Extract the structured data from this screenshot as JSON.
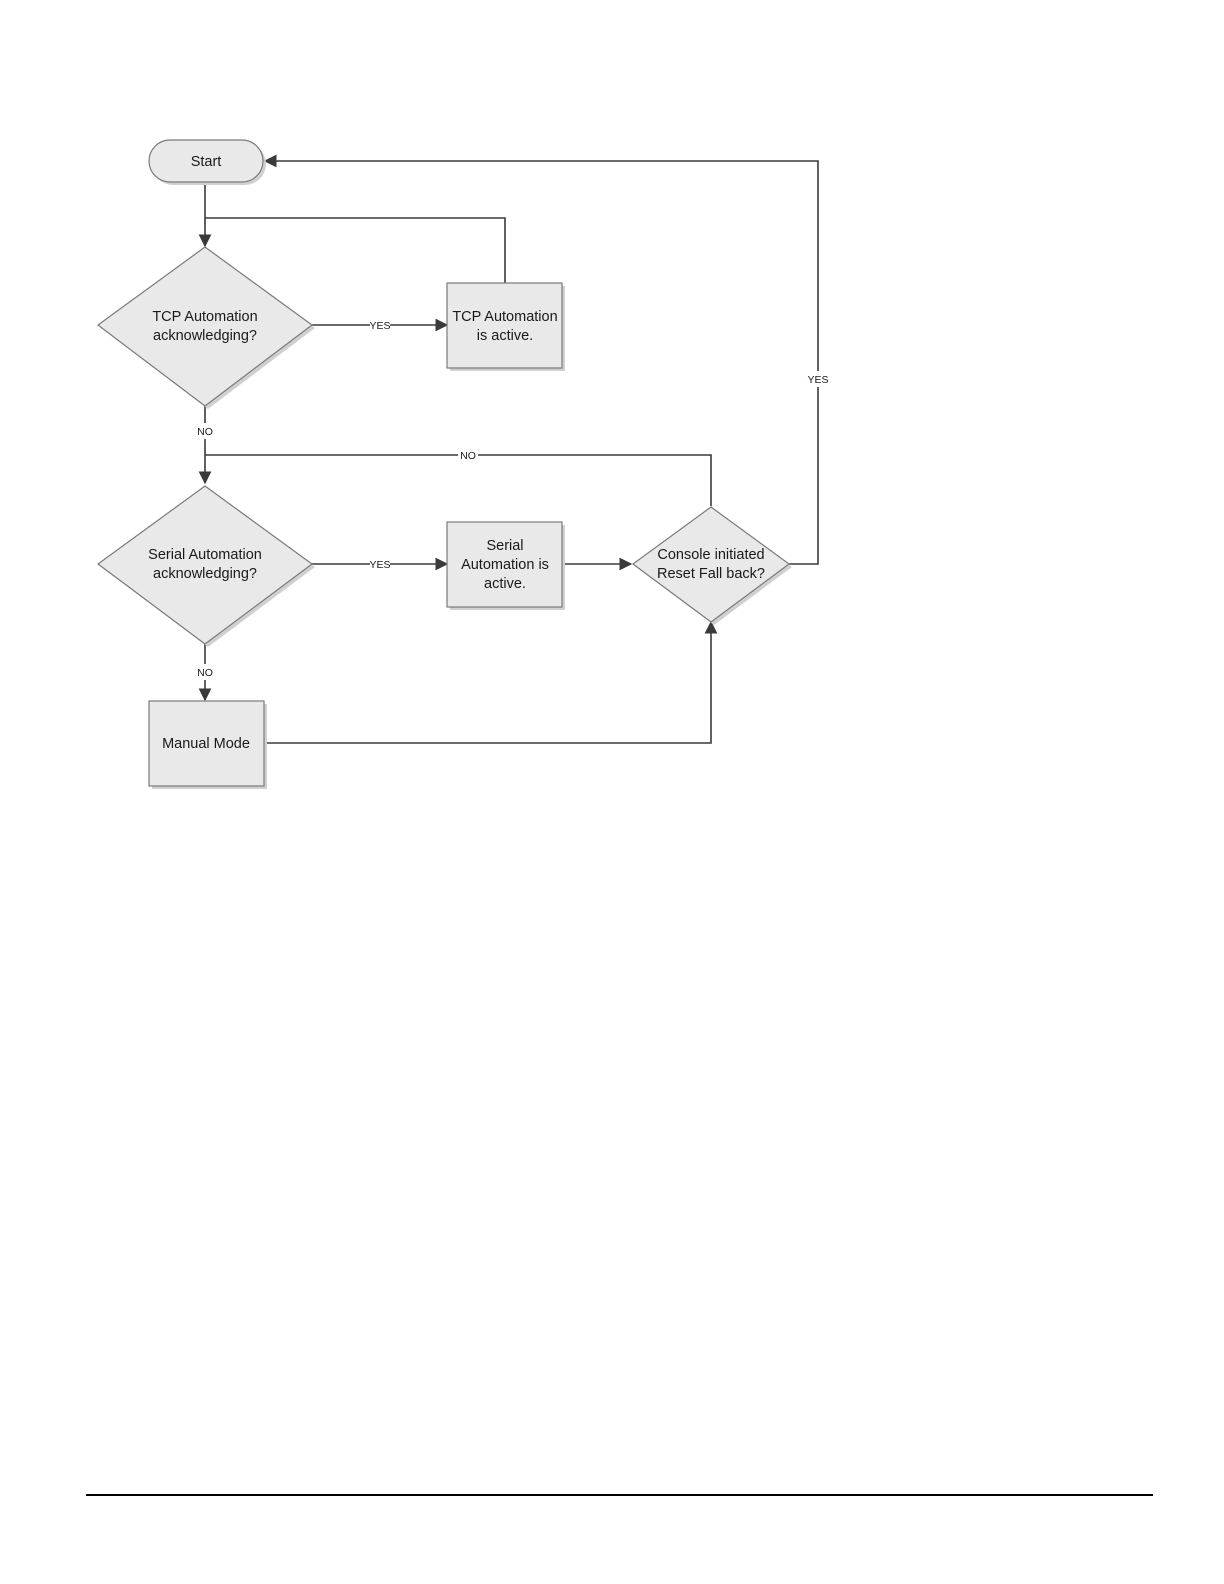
{
  "diagram": {
    "nodes": {
      "start": {
        "lines": [
          "Start"
        ],
        "shape": "terminator"
      },
      "tcp_decision": {
        "lines": [
          "TCP Automation",
          "acknowledging?"
        ],
        "shape": "decision"
      },
      "tcp_active": {
        "lines": [
          "TCP Automation",
          "is active."
        ],
        "shape": "process"
      },
      "serial_decision": {
        "lines": [
          "Serial Automation",
          "acknowledging?"
        ],
        "shape": "decision"
      },
      "serial_active": {
        "lines": [
          "Serial",
          "Automation is",
          "active."
        ],
        "shape": "process"
      },
      "console_decision": {
        "lines": [
          "Console initiated",
          "Reset Fall back?"
        ],
        "shape": "decision"
      },
      "manual_mode": {
        "lines": [
          "Manual Mode"
        ],
        "shape": "process"
      }
    },
    "edge_labels": {
      "tcp_yes": "YES",
      "tcp_no": "NO",
      "serial_yes": "YES",
      "serial_no": "NO",
      "console_yes": "YES",
      "console_no": "NO"
    }
  },
  "colors": {
    "shape_fill": "#e9e9e9",
    "shape_stroke": "#7a7a7a",
    "connector": "#3a3a3a"
  }
}
